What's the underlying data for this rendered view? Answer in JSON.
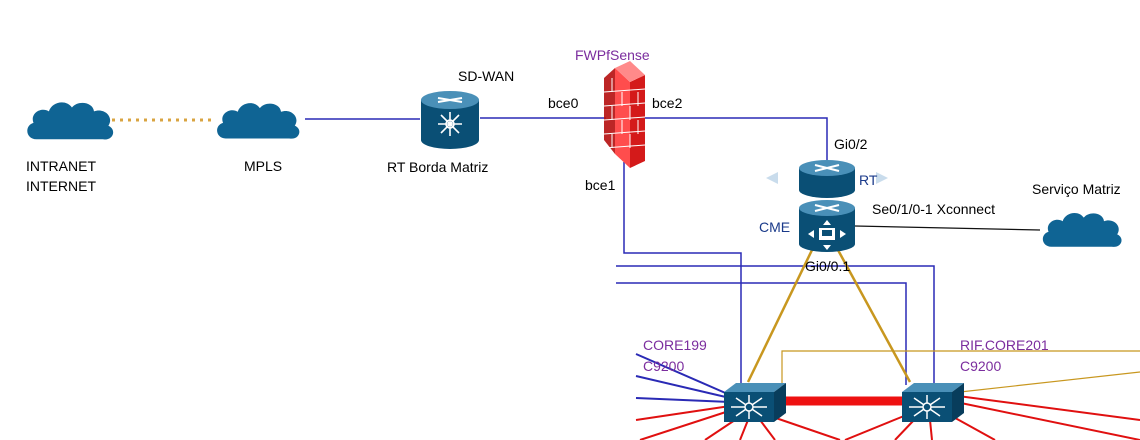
{
  "colors": {
    "cloud": "#0f6494",
    "link_blue": "#2a2ab5",
    "link_dotted": "#d9a441",
    "link_gold": "#c8971f",
    "link_red": "#e01010",
    "firewall": "#d92222",
    "device": "#0f5f8a",
    "purple_label": "#7b2d9e"
  },
  "nodes": {
    "intranet_cloud": {
      "label_line1": "INTRANET",
      "label_line2": "INTERNET",
      "icon": "cloud-icon"
    },
    "mpls_cloud": {
      "label": "MPLS",
      "icon": "cloud-icon"
    },
    "rt_borda": {
      "label": "RT Borda Matriz",
      "title": "SD-WAN",
      "icon": "router-icon"
    },
    "firewall": {
      "label": "FWPfSense",
      "icon": "firewall-icon"
    },
    "rt": {
      "label": "RT",
      "icon": "router-icon"
    },
    "cme": {
      "label": "CME",
      "icon": "voice-router-icon"
    },
    "servico_matriz": {
      "label": "Serviço Matriz",
      "icon": "cloud-icon"
    },
    "core199": {
      "label_line1": "CORE199",
      "label_line2": "C9200",
      "icon": "l3-switch-icon"
    },
    "core201": {
      "label_line1": "RIF.CORE201",
      "label_line2": "C9200",
      "icon": "l3-switch-icon"
    }
  },
  "ports": {
    "bce0": "bce0",
    "bce2": "bce2",
    "bce1": "bce1",
    "gi02": "Gi0/2",
    "gi001": "Gi0/0.1",
    "se010": "Se0/1/0-1 Xconnect"
  }
}
